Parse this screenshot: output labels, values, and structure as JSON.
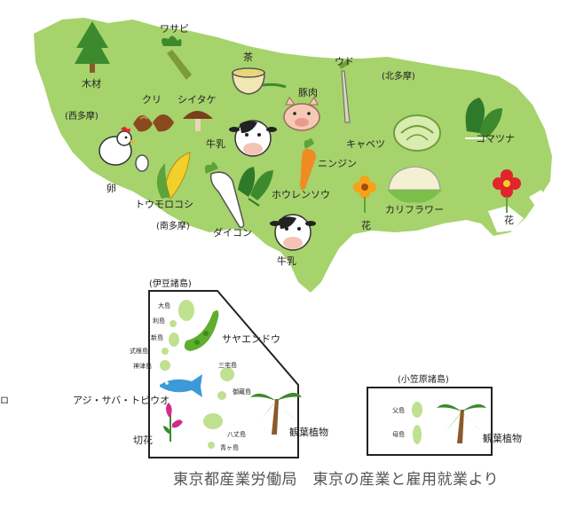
{
  "colors": {
    "land": "#a6d36c",
    "island": "#bfe190",
    "border": "#222222",
    "water": "#ffffff",
    "fish": "#3b9ad8",
    "pea": "#5fae2e",
    "flower_red": "#e2242b",
    "flower_orange": "#f7a21b",
    "carrot": "#f08a24",
    "corn": "#f2cf2a",
    "pig": "#f6c9b6",
    "cabbage": "#d8ecb0"
  },
  "regions": {
    "nishitama": "(西多摩)",
    "kitatama": "(北多摩)",
    "minamitama": "(南多摩)",
    "izu": "(伊豆諸島)",
    "ogasawara": "(小笠原諸島)"
  },
  "products": {
    "mokuzai": "木材",
    "wasabi": "ワサビ",
    "cha": "茶",
    "udo": "ウド",
    "kuri": "クリ",
    "shiitake": "シイタケ",
    "butaniku": "豚肉",
    "gyunyu_1": "牛乳",
    "tamago": "卵",
    "kyabetsu": "キャベツ",
    "komatsuna": "コマツナ",
    "ninjin": "ニンジン",
    "toumorokoshi": "トウモロコシ",
    "hourensou": "ホウレンソウ",
    "hana_1": "花",
    "karifurawa": "カリフラワー",
    "hana_2": "花",
    "daikon": "ダイコン",
    "gyunyu_2": "牛乳",
    "sayaendou": "サヤエンドウ",
    "aji": "アジ・サバ・トビウオ",
    "kiribana": "切花",
    "kanyou_1": "観葉植物",
    "kanyou_2": "観葉植物"
  },
  "islands": {
    "oshima": "大島",
    "toshima": "利島",
    "niijima": "新島",
    "shikinejima": "式根島",
    "kozushima": "神津島",
    "miyakejima": "三宅島",
    "mikurajima": "御蔵島",
    "hachijojima": "八丈島",
    "aogashima": "青ヶ島",
    "chichijima": "父島",
    "hahajima": "母島"
  },
  "edge_text": "ロ",
  "caption": "東京都産業労働局　東京の産業と雇用就業より"
}
